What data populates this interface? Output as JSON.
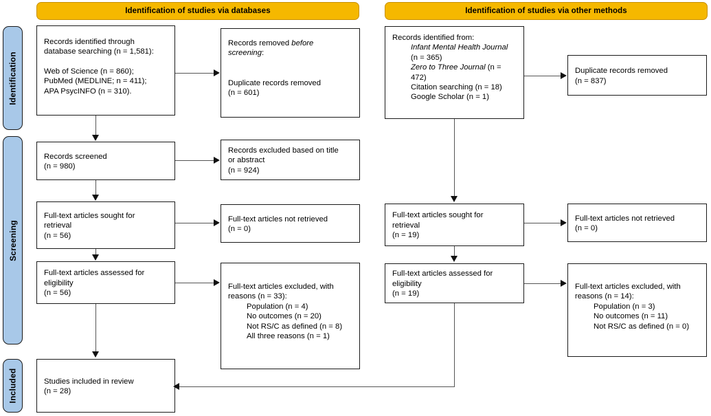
{
  "diagram": {
    "title": "PRISMA 2020 flow diagram",
    "colors": {
      "banner_fill": "#f5b800",
      "stage_tab_fill": "#a8c8e8",
      "box_border": "#1a1a1a",
      "connector": "#555555"
    }
  },
  "banners": [
    {
      "id": "databases",
      "label": "Identification of studies via databases"
    },
    {
      "id": "other-methods",
      "label": "Identification of studies via other methods"
    }
  ],
  "stages": [
    {
      "id": "identification",
      "label": "Identification"
    },
    {
      "id": "screening",
      "label": "Screening"
    },
    {
      "id": "included",
      "label": "Included"
    }
  ],
  "boxes": {
    "db_records_identified": {
      "lines": [
        "Records identified through",
        "database searching (n = 1,581):",
        "",
        "Web of Science (n = 860);",
        "PubMed (MEDLINE; n = 411);",
        "APA PsycINFO (n = 310)."
      ]
    },
    "db_records_removed": {
      "line1a": "Records removed ",
      "line1b": "before",
      "line2a": "screening",
      "line2b": ":",
      "line3": "",
      "line4": "Duplicate records removed",
      "line5": "(n = 601)"
    },
    "db_records_screened": {
      "lines": [
        "Records screened",
        "(n = 980)"
      ]
    },
    "db_records_excluded": {
      "lines": [
        "Records excluded based on title",
        "or abstract",
        "(n = 924)"
      ]
    },
    "db_fulltext_sought": {
      "lines": [
        "Full-text articles sought for",
        "retrieval",
        "(n = 56)"
      ]
    },
    "db_fulltext_not_retrieved": {
      "lines": [
        "Full-text articles not retrieved",
        "(n = 0)"
      ]
    },
    "db_fulltext_assessed": {
      "lines": [
        "Full-text articles assessed for",
        "eligibility",
        "(n = 56)"
      ]
    },
    "db_fulltext_excluded": {
      "head": [
        "Full-text articles excluded, with",
        "reasons (n = 33):"
      ],
      "reasons": [
        "Population (n = 4)",
        "No outcomes (n = 20)",
        "Not RS/C as defined (n = 8)",
        "All three reasons (n = 1)"
      ]
    },
    "om_records_identified": {
      "head": "Records identified from:",
      "items": [
        {
          "italic": "Infant Mental Health Journal",
          "plain": ""
        },
        {
          "italic": "",
          "plain": "(n = 365)"
        },
        {
          "italic": "Zero to Three Journal",
          "plain": " (n ="
        },
        {
          "italic": "",
          "plain": "472)"
        },
        {
          "italic": "",
          "plain": "Citation searching (n = 18)"
        },
        {
          "italic": "",
          "plain": "Google Scholar (n = 1)"
        }
      ]
    },
    "om_duplicates_removed": {
      "lines": [
        "Duplicate records removed",
        "(n = 837)"
      ]
    },
    "om_fulltext_sought": {
      "lines": [
        "Full-text articles sought for",
        "retrieval",
        "(n = 19)"
      ]
    },
    "om_fulltext_not_retrieved": {
      "lines": [
        "Full-text articles not retrieved",
        "(n = 0)"
      ]
    },
    "om_fulltext_assessed": {
      "lines": [
        "Full-text articles assessed for",
        "eligibility",
        "(n = 19)"
      ]
    },
    "om_fulltext_excluded": {
      "head": [
        "Full-text articles excluded, with",
        "reasons (n = 14):"
      ],
      "reasons": [
        "Population (n = 3)",
        "No outcomes (n = 11)",
        "Not RS/C as defined (n = 0)"
      ]
    },
    "studies_included": {
      "lines": [
        "Studies included in review",
        "(n = 28)"
      ]
    }
  },
  "chart_data": {
    "type": "diagram",
    "title": "PRISMA 2020 flow diagram for new systematic reviews",
    "nodes": [
      {
        "id": "db_records_identified",
        "stage": "Identification",
        "column": "databases",
        "n": 1581,
        "breakdown": {
          "Web of Science": 860,
          "PubMed (MEDLINE)": 411,
          "APA PsycINFO": 310
        }
      },
      {
        "id": "db_records_removed",
        "stage": "Identification",
        "column": "databases",
        "duplicates_removed": 601
      },
      {
        "id": "db_records_screened",
        "stage": "Screening",
        "column": "databases",
        "n": 980
      },
      {
        "id": "db_records_excluded",
        "stage": "Screening",
        "column": "databases",
        "n": 924
      },
      {
        "id": "db_fulltext_sought",
        "stage": "Screening",
        "column": "databases",
        "n": 56
      },
      {
        "id": "db_fulltext_not_retrieved",
        "stage": "Screening",
        "column": "databases",
        "n": 0
      },
      {
        "id": "db_fulltext_assessed",
        "stage": "Screening",
        "column": "databases",
        "n": 56
      },
      {
        "id": "db_fulltext_excluded",
        "stage": "Screening",
        "column": "databases",
        "n": 33,
        "reasons": {
          "Population": 4,
          "No outcomes": 20,
          "Not RS/C as defined": 8,
          "All three reasons": 1
        }
      },
      {
        "id": "om_records_identified",
        "stage": "Identification",
        "column": "other-methods",
        "breakdown": {
          "Infant Mental Health Journal": 365,
          "Zero to Three Journal": 472,
          "Citation searching": 18,
          "Google Scholar": 1
        }
      },
      {
        "id": "om_duplicates_removed",
        "stage": "Identification",
        "column": "other-methods",
        "n": 837
      },
      {
        "id": "om_fulltext_sought",
        "stage": "Screening",
        "column": "other-methods",
        "n": 19
      },
      {
        "id": "om_fulltext_not_retrieved",
        "stage": "Screening",
        "column": "other-methods",
        "n": 0
      },
      {
        "id": "om_fulltext_assessed",
        "stage": "Screening",
        "column": "other-methods",
        "n": 19
      },
      {
        "id": "om_fulltext_excluded",
        "stage": "Screening",
        "column": "other-methods",
        "n": 14,
        "reasons": {
          "Population": 3,
          "No outcomes": 11,
          "Not RS/C as defined": 0
        }
      },
      {
        "id": "studies_included",
        "stage": "Included",
        "column": "both",
        "n": 28
      }
    ]
  }
}
